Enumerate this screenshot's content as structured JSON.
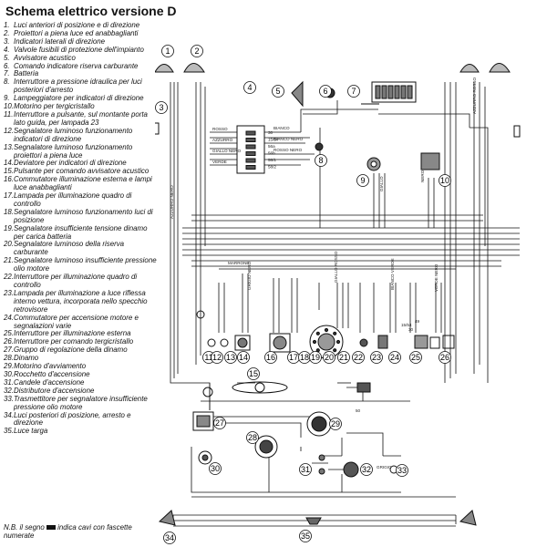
{
  "title": "Schema elettrico versione D",
  "legend": [
    {
      "n": "1.",
      "text": "Luci anteriori di posizione e di direzione"
    },
    {
      "n": "2.",
      "text": "Proiettori a piena luce ed anabbaglianti"
    },
    {
      "n": "3.",
      "text": "Indicatori laterali di direzione"
    },
    {
      "n": "4.",
      "text": "Valvole fusibili di protezione dell'impianto"
    },
    {
      "n": "5.",
      "text": "Avvisatore acustico"
    },
    {
      "n": "6.",
      "text": "Comando indicatore riserva carburante"
    },
    {
      "n": "7.",
      "text": "Batteria"
    },
    {
      "n": "8.",
      "text": "Interruttore a pressione idraulica per luci posteriori d'arresto"
    },
    {
      "n": "9.",
      "text": "Lampeggiatore per indicatori di direzione"
    },
    {
      "n": "10.",
      "text": "Motorino per tergicristallo"
    },
    {
      "n": "11.",
      "text": "Interruttore a pulsante, sul montante porta lato guida, per lampada 23"
    },
    {
      "n": "12.",
      "text": "Segnalatore luminoso funzionamento indicatori di direzione"
    },
    {
      "n": "13.",
      "text": "Segnalatore luminoso funzionamento proiettori a piena luce"
    },
    {
      "n": "14.",
      "text": "Deviatore per indicatori di direzione"
    },
    {
      "n": "15.",
      "text": "Pulsante per comando avvisatore acustico"
    },
    {
      "n": "16.",
      "text": "Commutatore illuminazione esterna e lampi luce anabbaglianti"
    },
    {
      "n": "17.",
      "text": "Lampada per illuminazione quadro di controllo"
    },
    {
      "n": "18.",
      "text": "Segnalatore luminoso funzionamento luci di posizione"
    },
    {
      "n": "19.",
      "text": "Segnalatore insufficiente tensione dinamo per carica batteria"
    },
    {
      "n": "20.",
      "text": "Segnalatore luminoso della riserva carburante"
    },
    {
      "n": "21.",
      "text": "Segnalatore luminoso insufficiente pressione olio motore"
    },
    {
      "n": "22.",
      "text": "Interruttore per illuminazione quadro di controllo"
    },
    {
      "n": "23.",
      "text": "Lampada per illuminazione a luce riflessa interno vettura, incorporata nello specchio retrovisore"
    },
    {
      "n": "24.",
      "text": "Commutatore per accensione motore e segnalazioni varie"
    },
    {
      "n": "25.",
      "text": "Interruttore per illuminazione esterna"
    },
    {
      "n": "26.",
      "text": "Interruttore per comando tergicristallo"
    },
    {
      "n": "27.",
      "text": "Gruppo di regolazione della dinamo"
    },
    {
      "n": "28.",
      "text": "Dinamo"
    },
    {
      "n": "29.",
      "text": "Motorino d'avviamento"
    },
    {
      "n": "30.",
      "text": "Rocchetto d'accensione"
    },
    {
      "n": "31.",
      "text": "Candele d'accensione"
    },
    {
      "n": "32.",
      "text": "Distributore d'accensione"
    },
    {
      "n": "33.",
      "text": "Trasmettitore per segnalatore insufficiente pressione olio motore"
    },
    {
      "n": "34.",
      "text": "Luci posteriori di posizione, arresto e direzione"
    },
    {
      "n": "35.",
      "text": "Luce targa"
    }
  ],
  "note": {
    "before": "N.B. il segno",
    "after": "indica cavi con fascette numerate"
  },
  "wire_labels": {
    "rosso": "ROSSO",
    "bianco": "BIANCO",
    "azzurro": "AZZURRO",
    "giallo_nero": "GIALLO NERO",
    "verde": "VERDE",
    "nero": "NERO",
    "marrone": "MARRONE",
    "giallo": "GIALLO",
    "grigio": "GRIGIO",
    "azzurro_nero": "AZZURRO NERO",
    "azzurro_rosso": "AZZURRO ROSSO",
    "rosso_nero": "ROSSO NERO",
    "bianco_nero": "BIANCO NERO",
    "bianco_verde": "BIANCO VERDE",
    "giallo_rosso": "GIALLO ROSSO",
    "verde_nero": "VERDE NERO",
    "grigio_nero": "GRIGIO NERO"
  },
  "fuse_labels": [
    "30",
    "15/54",
    "56a",
    "56b",
    "58/1",
    "58/2"
  ],
  "terminal_labels": {
    "t15_54": "15/54",
    "t30": "30",
    "t50": "50",
    "t49": "49"
  },
  "component_numbers": [
    "1",
    "2",
    "3",
    "4",
    "5",
    "6",
    "7",
    "8",
    "9",
    "10",
    "11",
    "12",
    "13",
    "14",
    "15",
    "16",
    "17",
    "18",
    "19",
    "20",
    "21",
    "22",
    "23",
    "24",
    "25",
    "26",
    "27",
    "28",
    "29",
    "30",
    "31",
    "32",
    "33",
    "34",
    "35"
  ],
  "colors": {
    "ink": "#111111",
    "paper": "#ffffff",
    "shade": "#555555"
  }
}
